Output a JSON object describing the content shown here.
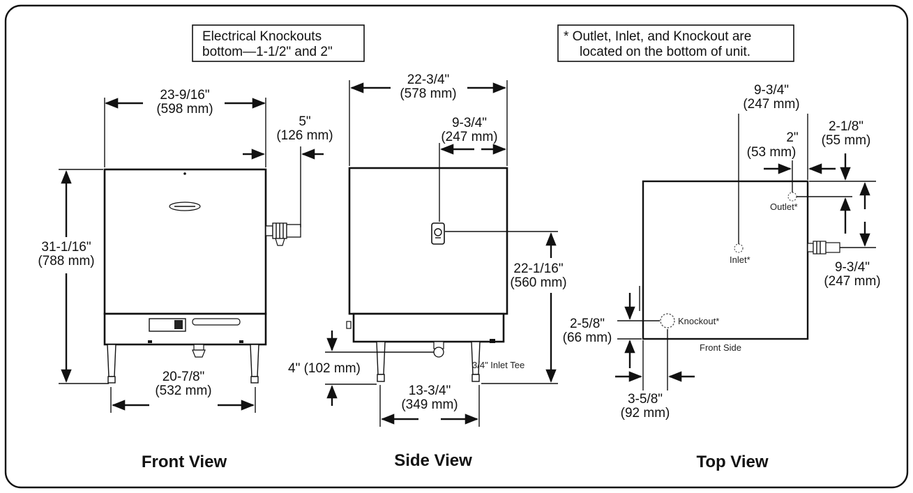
{
  "notes": {
    "electrical_line1": "Electrical Knockouts",
    "electrical_line2": "bottom—1-1/2\" and 2\"",
    "location_line1": "* Outlet, Inlet, and Knockout are",
    "location_line2": "located on the bottom of unit."
  },
  "front_view": {
    "title": "Front View",
    "width_in": "23-9/16\"",
    "width_mm": "(598 mm)",
    "offset_in": "5\"",
    "offset_mm": "(126 mm)",
    "height_in": "31-1/16\"",
    "height_mm": "(788 mm)",
    "legs_in": "20-7/8\"",
    "legs_mm": "(532 mm)"
  },
  "side_view": {
    "title": "Side View",
    "depth_in": "22-3/4\"",
    "depth_mm": "(578 mm)",
    "inlet_in": "9-3/4\"",
    "inlet_mm": "(247 mm)",
    "outlet_height_in": "22-1/16\"",
    "outlet_height_mm": "(560 mm)",
    "clearance": "4\" (102 mm)",
    "legs_in": "13-3/4\"",
    "legs_mm": "(349 mm)",
    "tee_label": "3/4\" Inlet Tee"
  },
  "top_view": {
    "title": "Top View",
    "inlet_in": "9-3/4\"",
    "inlet_mm": "(247 mm)",
    "outlet_x_in": "2\"",
    "outlet_x_mm": "(53 mm)",
    "outlet_y_in": "2-1/8\"",
    "outlet_y_mm": "(55 mm)",
    "pipe_in": "9-3/4\"",
    "pipe_mm": "(247 mm)",
    "ko_y_in": "2-5/8\"",
    "ko_y_mm": "(66 mm)",
    "ko_x_in": "3-5/8\"",
    "ko_x_mm": "(92 mm)",
    "outlet_label": "Outlet*",
    "inlet_label": "Inlet*",
    "knockout_label": "Knockout*",
    "front_side_label": "Front Side"
  }
}
